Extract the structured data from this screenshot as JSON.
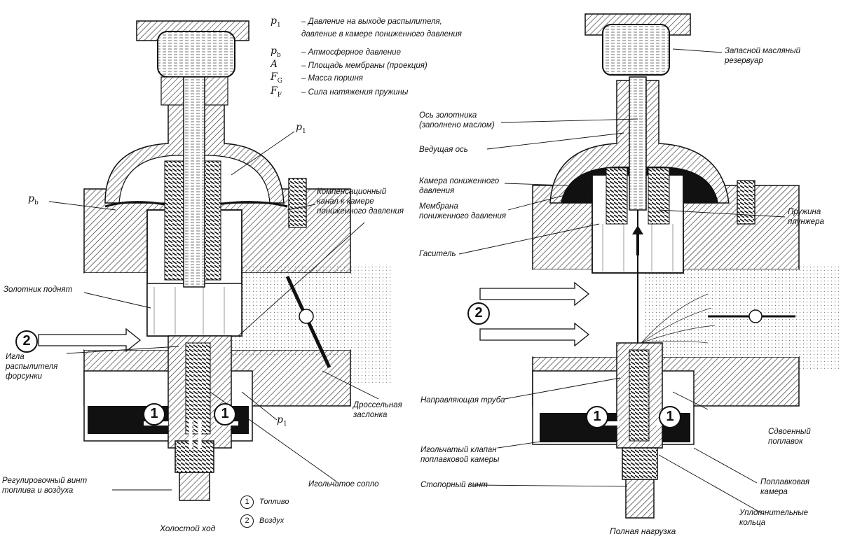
{
  "legend_symbols": [
    {
      "sym": "p",
      "sub": "1",
      "text": "– Давление на выходе распылителя,"
    },
    {
      "sym": "",
      "sub": "",
      "text": "давление в камере пониженного давления"
    },
    {
      "sym": "p",
      "sub": "b",
      "text": "– Атмосферное давление"
    },
    {
      "sym": "A",
      "sub": "",
      "text": "– Площадь мембраны (проекция)"
    },
    {
      "sym": "F",
      "sub": "G",
      "text": "– Масса поршня"
    },
    {
      "sym": "F",
      "sub": "F",
      "text": "– Сила натяжения пружины"
    }
  ],
  "left": {
    "caption": "Холостой ход",
    "labels": {
      "p1_top": "p",
      "p1_top_sub": "1",
      "pb": "p",
      "pb_sub": "b",
      "comp_channel": "Компенсационный\nканал к камере\nпониженного давления",
      "slide_raised": "Золотник поднят",
      "needle": "Игла\nраспылителя\nфорсунки",
      "throttle": "Дроссельная\nзаслонка",
      "p1_bottom": "p",
      "p1_bottom_sub": "1",
      "adjust_screw": "Регулировочный винт\nтоплива и воздуха",
      "needle_jet": "Игольчатое сопло"
    }
  },
  "right": {
    "caption": "Полная нагрузка",
    "labels": {
      "oil_reservoir": "Запасной масляный\nрезервуар",
      "slide_axis": "Ось золотника\n(заполнено маслом)",
      "lead_axis": "Ведущая ось",
      "vacuum_chamber": "Камера пониженного\nдавления",
      "membrane": "Мембрана\nпониженного давления",
      "plunger_spring": "Пружина\nплунжера",
      "damper": "Гаситель",
      "guide_tube": "Направляющая труба",
      "needle_valve": "Игольчатый клапан\nпоплавковой камеры",
      "twin_float": "Сдвоенный\nпоплавок",
      "stop_screw": "Стопорный винт",
      "float_chamber": "Поплавковая\nкамера",
      "seal_rings": "Уплотнительные\nкольца"
    }
  },
  "markers": {
    "fuel": "1",
    "air": "2"
  },
  "legend_markers": [
    {
      "num": "1",
      "text": "Топливо"
    },
    {
      "num": "2",
      "text": "Воздух"
    }
  ]
}
